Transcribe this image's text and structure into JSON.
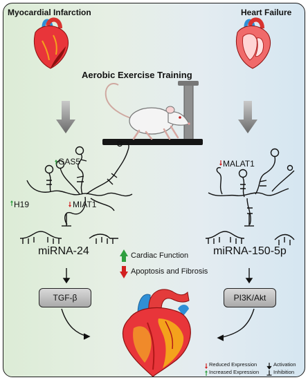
{
  "left": {
    "condition": "Myocardial Infarction",
    "lnc_top": "GAS5",
    "lnc_left": "H19",
    "lnc_right": "MIAT1",
    "mirna": "miRNA-24",
    "target": "TGF-β"
  },
  "right": {
    "condition": "Heart Failure",
    "lnc_top": "MALAT1",
    "mirna": "miRNA-150-5p",
    "target": "PI3K/Akt"
  },
  "center": {
    "title": "Aerobic Exercise Training",
    "effect_up": "Cardiac Function",
    "effect_down": "Apoptosis and Fibrosis"
  },
  "legend": {
    "reduced": "Reduced Expression",
    "increased": "Increased Expression",
    "activation": "Activation",
    "inhibition": "Inhibition"
  },
  "colors": {
    "up_arrow": "#2e9e3e",
    "down_arrow": "#d22020",
    "heart_red": "#e8353a",
    "heart_orange": "#f4a21c",
    "vessel_blue": "#2f8fd6"
  }
}
